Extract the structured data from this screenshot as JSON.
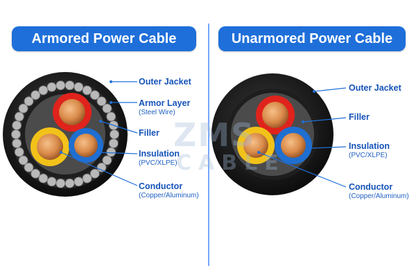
{
  "watermark": {
    "top": "ZMS",
    "bottom": "CABLE"
  },
  "panels": {
    "armored": {
      "title": "Armored Power Cable",
      "labels": {
        "outer_jacket": "Outer Jacket",
        "armor_layer": "Armor Layer",
        "armor_layer_sub": "(Steel Wire)",
        "filler": "Filler",
        "insulation": "Insulation",
        "insulation_sub": "(PVC/XLPE)",
        "conductor": "Conductor",
        "conductor_sub": "(Copper/Aluminum)"
      }
    },
    "unarmored": {
      "title": "Unarmored Power Cable",
      "labels": {
        "outer_jacket": "Outer Jacket",
        "filler": "Filler",
        "insulation": "Insulation",
        "insulation_sub": "(PVC/XLPE)",
        "conductor": "Conductor",
        "conductor_sub": "(Copper/Aluminum)"
      }
    }
  },
  "colors": {
    "accent": "#1e6fd9",
    "label_text": "#1553b8",
    "jacket": "#1c1c1c",
    "armor_wire": "#b9b9b9",
    "filler": "#4a4a4a",
    "red_insulation": "#e0231c",
    "yellow_insulation": "#f2c21a",
    "blue_insulation": "#1f6fd1",
    "copper": "#d98b4a"
  }
}
